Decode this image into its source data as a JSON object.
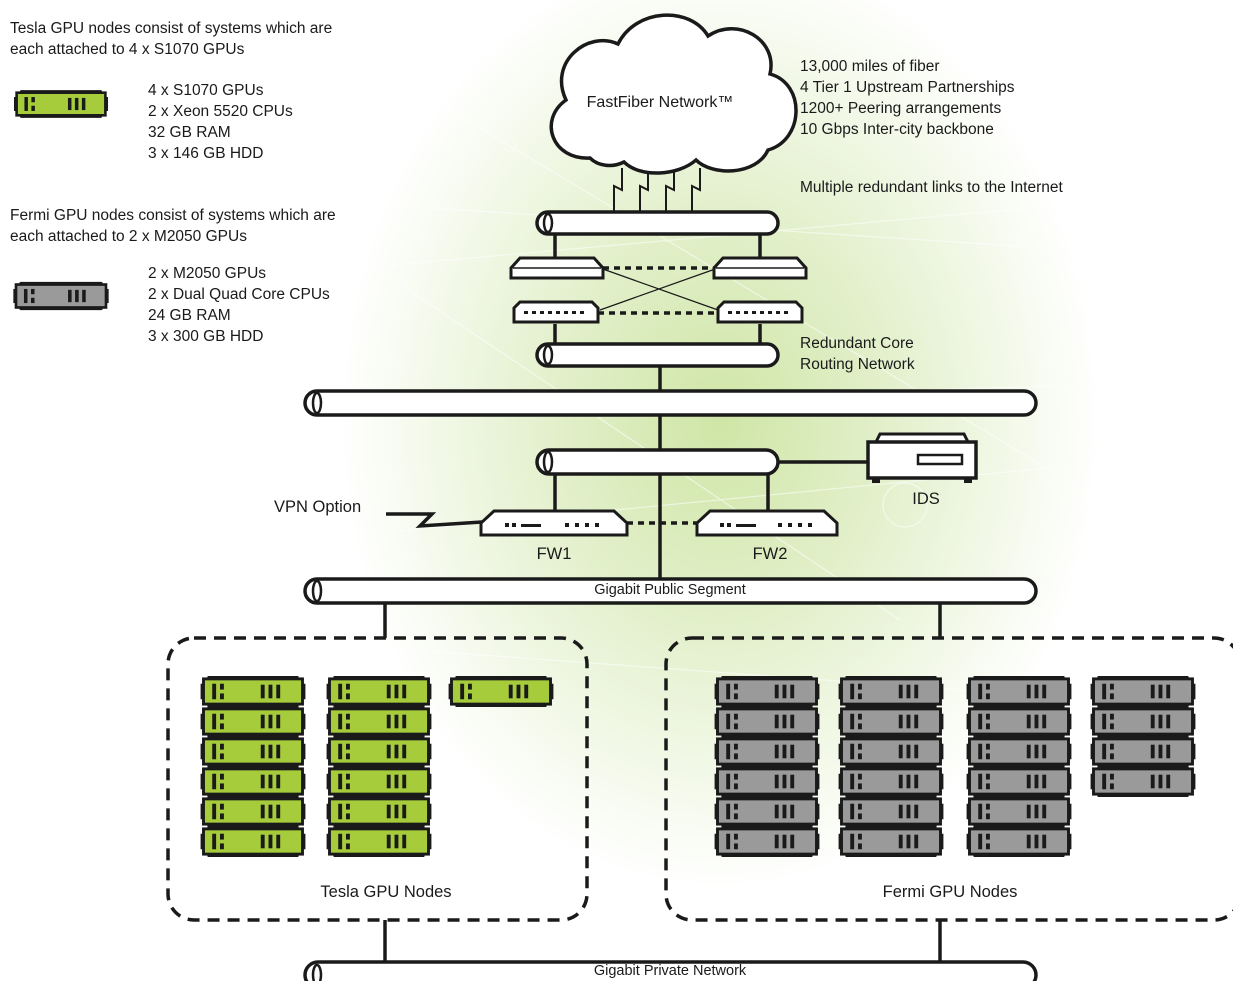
{
  "legend": {
    "tesla_heading_line1": "Tesla GPU nodes consist of systems which are",
    "tesla_heading_line2": "each attached to 4 x S1070 GPUs",
    "tesla_specs": [
      "4 x S1070 GPUs",
      "2 x Xeon 5520 CPUs",
      "32 GB RAM",
      "3 x 146 GB HDD"
    ],
    "fermi_heading_line1": "Fermi GPU nodes consist of systems which are",
    "fermi_heading_line2": "each attached to 2 x M2050 GPUs",
    "fermi_specs": [
      "2 x M2050 GPUs",
      "2 x Dual Quad Core CPUs",
      "24 GB RAM",
      "3 x 300 GB HDD"
    ]
  },
  "network": {
    "cloud_label": "FastFiber Network™",
    "facts": [
      "13,000 miles of fiber",
      "4 Tier 1 Upstream Partnerships",
      "1200+ Peering arrangements",
      "10 Gbps Inter-city backbone"
    ],
    "redundant_links": "Multiple redundant links to the Internet",
    "core_label_line1": "Redundant Core",
    "core_label_line2": "Routing Network",
    "vpn_label": "VPN Option",
    "fw1_label": "FW1",
    "fw2_label": "FW2",
    "ids_label": "IDS",
    "public_segment": "Gigabit Public Segment",
    "private_network": "Gigabit Private Network",
    "tesla_group": "Tesla GPU Nodes",
    "fermi_group": "Fermi GPU Nodes"
  },
  "colors": {
    "tesla_node": "#a6cc3b",
    "fermi_node": "#9a9a9a",
    "outline": "#1a1a1a",
    "background_glow": "#cfe6a6"
  },
  "icons": {
    "cloud": "cloud-icon",
    "router": "router-icon",
    "switch": "switch-icon",
    "firewall": "firewall-icon",
    "ids": "ids-server-icon",
    "server": "server-icon"
  }
}
